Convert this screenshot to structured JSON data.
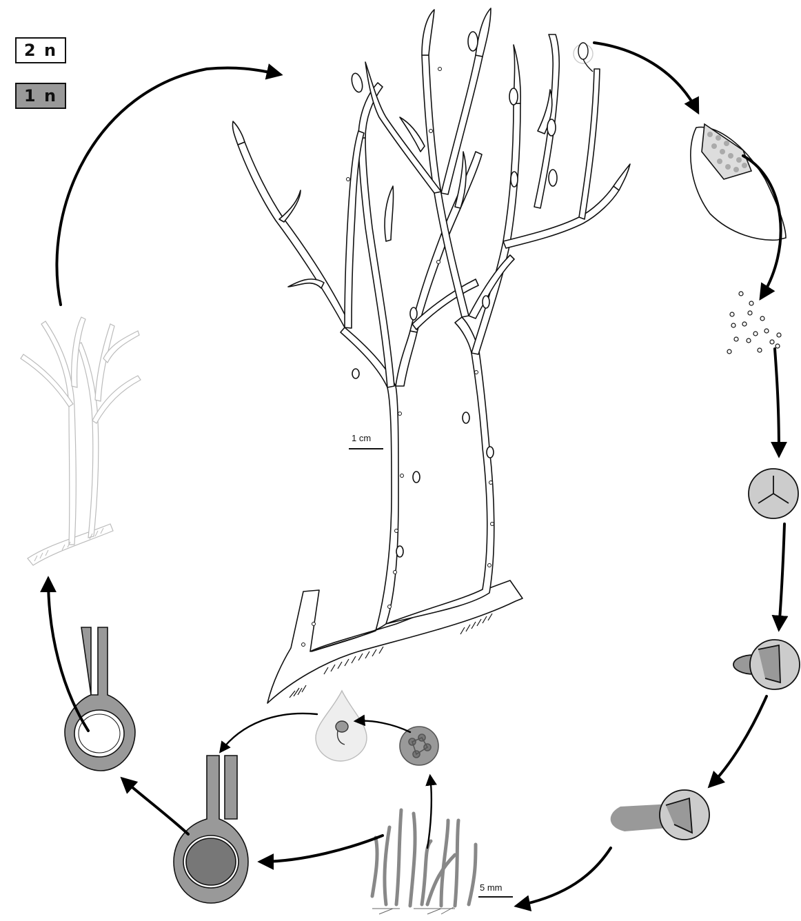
{
  "legend": {
    "diploid_label": "2 n",
    "haploid_label": "1 n",
    "diploid_color": "#ffffff",
    "haploid_color": "#999999"
  },
  "scale_bars": {
    "sporophyte": "1 cm",
    "gametophyte": "5 mm"
  },
  "colors": {
    "outline": "#111111",
    "haploid_fill": "#9a9a9a",
    "haploid_light": "#c8c8c8",
    "arrow": "#000000"
  }
}
